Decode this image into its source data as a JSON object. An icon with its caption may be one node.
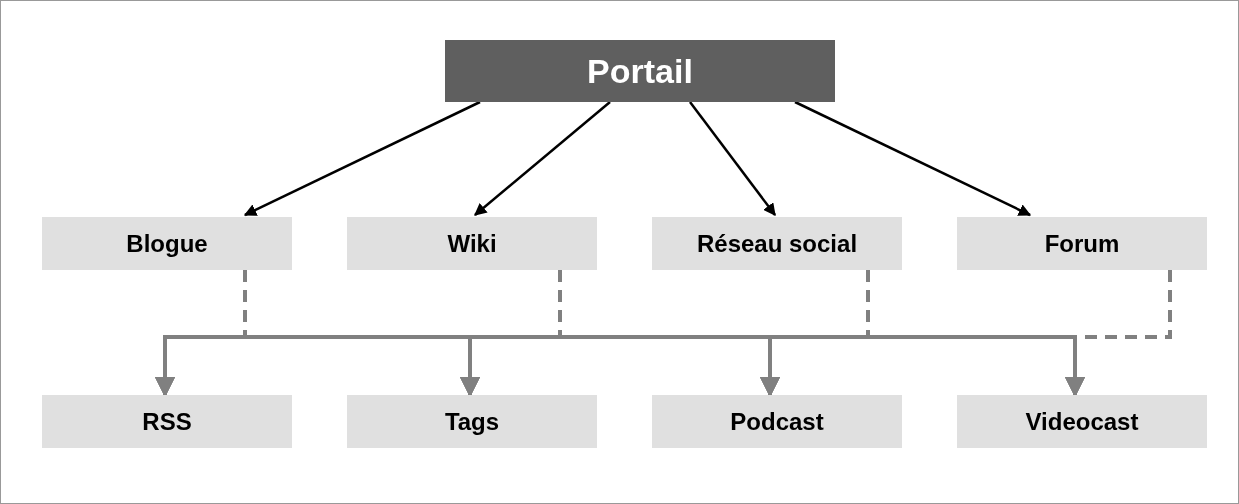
{
  "diagram": {
    "nodes": [
      {
        "text": [
          "Portail"
        ]
      },
      {
        "text": [
          "Blogue"
        ]
      },
      {
        "text": [
          "Wiki"
        ]
      },
      {
        "text": [
          "Réseau social"
        ]
      },
      {
        "text": [
          "Forum"
        ]
      },
      {
        "text": [
          "RSS"
        ]
      },
      {
        "text": [
          "Tags"
        ]
      },
      {
        "text": [
          "Podcast"
        ]
      },
      {
        "text": [
          "Videocast"
        ]
      }
    ],
    "edges": [
      {
        "from": 0,
        "to": 1,
        "arrow": "to",
        "color": "#000000"
      },
      {
        "from": 0,
        "to": 2,
        "arrow": "to",
        "color": "#000000"
      },
      {
        "from": 0,
        "to": 3,
        "arrow": "to",
        "color": "#000000"
      },
      {
        "from": 0,
        "to": 4,
        "arrow": "to",
        "color": "#000000"
      },
      {
        "from": 1,
        "to": 5,
        "arrow": "to",
        "style": "dashed"
      },
      {
        "from": 1,
        "to": 6,
        "arrow": "to",
        "style": "dashed"
      },
      {
        "from": 1,
        "to": 7,
        "arrow": "to",
        "style": "dashed"
      },
      {
        "from": 1,
        "to": 8,
        "arrow": "to",
        "style": "dashed"
      },
      {
        "from": 2,
        "to": 5,
        "arrow": "to",
        "style": "dashed"
      },
      {
        "from": 2,
        "to": 6,
        "arrow": "to",
        "style": "dashed"
      },
      {
        "from": 2,
        "to": 7,
        "arrow": "to",
        "style": "dashed"
      },
      {
        "from": 2,
        "to": 8,
        "arrow": "to",
        "style": "dashed"
      },
      {
        "from": 3,
        "to": 5,
        "arrow": "to",
        "style": "dashed"
      },
      {
        "from": 3,
        "to": 6,
        "arrow": "to",
        "style": "dashed"
      },
      {
        "from": 3,
        "to": 7,
        "arrow": "to",
        "style": "dashed"
      },
      {
        "from": 3,
        "to": 8,
        "arrow": "to",
        "style": "dashed"
      },
      {
        "from": 4,
        "to": 5,
        "arrow": "to",
        "style": "dashed"
      },
      {
        "from": 4,
        "to": 6,
        "arrow": "to",
        "style": "dashed"
      },
      {
        "from": 4,
        "to": 7,
        "arrow": "to",
        "style": "dashed"
      },
      {
        "from": 4,
        "to": 8,
        "arrow": "to",
        "style": "dashed"
      }
    ]
  }
}
